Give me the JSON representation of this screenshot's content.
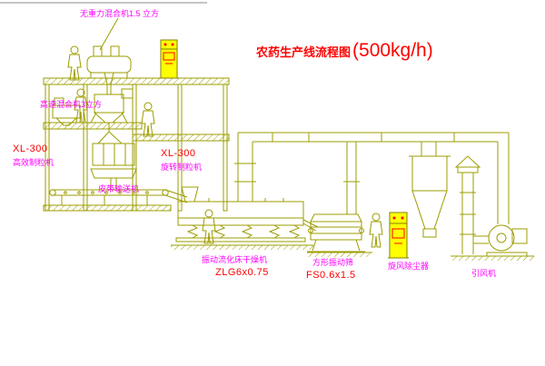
{
  "title": {
    "name": "农药生产线流程图",
    "capacity": "(500kg/h)"
  },
  "labels": {
    "mixer_top": "无重力混合机1.5 立方",
    "high_speed_mixer": "高速混合机3立方",
    "granulator_left_model": "XL-300",
    "granulator_left_name": "高效制粒机",
    "granulator_center_model": "XL-300",
    "granulator_center_name": "旋转制粒机",
    "belt_conveyor": "皮带输送机",
    "dryer_name": "振动流化床干燥机",
    "dryer_model": "ZLG6x0.75",
    "sieve_name": "方形振动筛",
    "sieve_model": "FS0.6x1.5",
    "dust_collector": "旋风除尘器",
    "fan": "引风机"
  },
  "colors": {
    "diagram_line": "#9C9C00",
    "cabinet_fill": "#FFFF00",
    "label_text": "#FF00FF",
    "model_text": "#FF0000",
    "title_text": "#FF0000",
    "background": "#FFFFFF"
  }
}
